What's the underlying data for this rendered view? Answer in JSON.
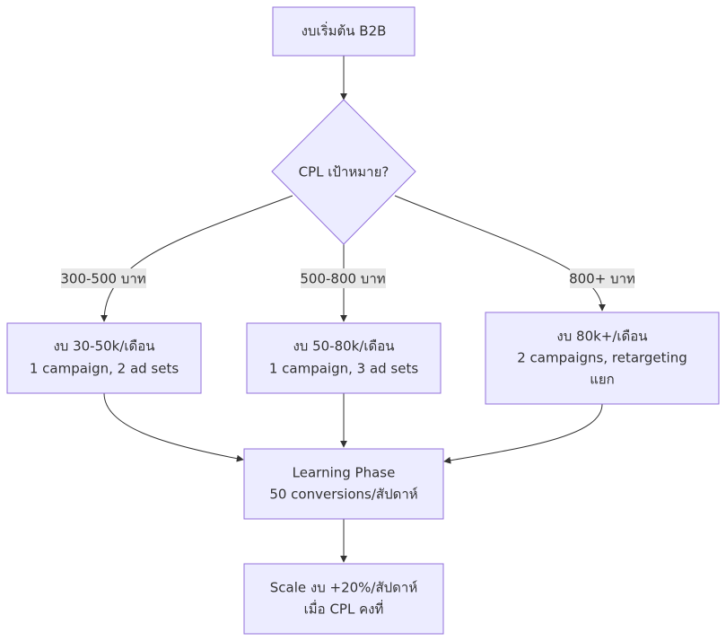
{
  "nodes": {
    "start": {
      "label": "งบเริ่มต้น B2B"
    },
    "decision": {
      "label": "CPL เป้าหมาย?"
    },
    "low": {
      "line1": "งบ 30-50k/เดือน",
      "line2": "1 campaign, 2 ad sets"
    },
    "mid": {
      "line1": "งบ 50-80k/เดือน",
      "line2": "1 campaign, 3 ad sets"
    },
    "high": {
      "line1": "งบ 80k+/เดือน",
      "line2": "2 campaigns, retargeting",
      "line3": "แยก"
    },
    "learning": {
      "line1": "Learning Phase",
      "line2": "50 conversions/สัปดาห์"
    },
    "scale": {
      "line1": "Scale งบ +20%/สัปดาห์",
      "line2": "เมื่อ CPL คงที่"
    }
  },
  "edges": {
    "low_label": "300-500 บาท",
    "mid_label": "500-800 บาท",
    "high_label": "800+ บาท"
  },
  "colors": {
    "node_fill": "#ececff",
    "node_stroke": "#9370db",
    "edge": "#333333",
    "edge_label_bg": "#e8e8e8"
  }
}
